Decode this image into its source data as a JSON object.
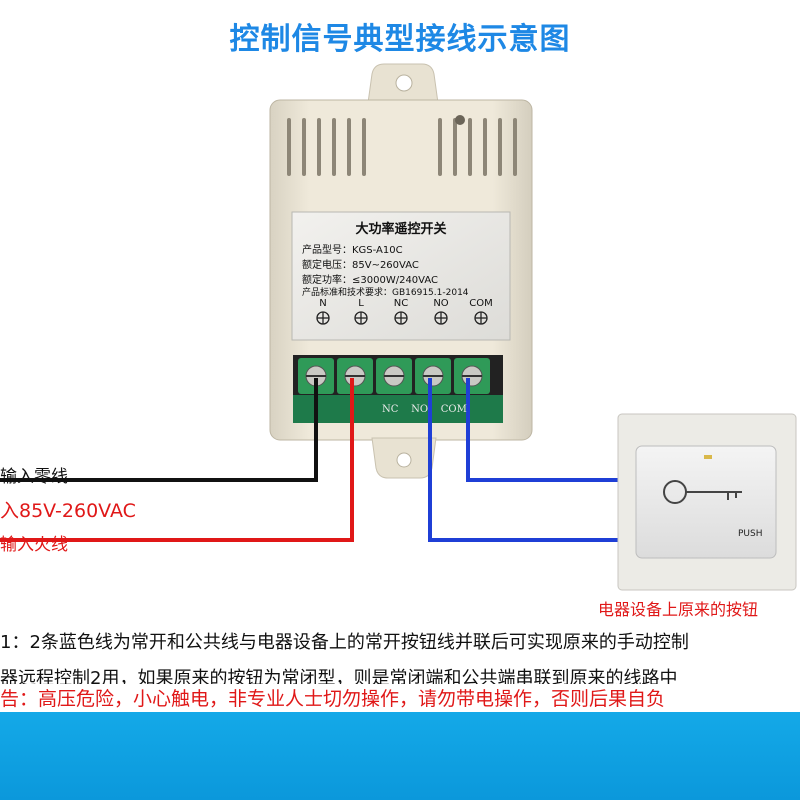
{
  "title": "控制信号典型接线示意图",
  "label_plate": {
    "heading": "大功率遥控开关",
    "model": "产品型号：KGS-A10C",
    "voltage": "额定电压：85V~260VAC",
    "power": "额定功率：≤3000W/240VAC",
    "standard": "产品标准和技术要求：GB16915.1-2014",
    "terminals": [
      "N",
      "L",
      "NC",
      "NO",
      "COM"
    ]
  },
  "terminal_block_text": "NC    NO    COM",
  "wire_labels": {
    "neutral": "输入零线",
    "voltage": "入85V-260VAC",
    "live": "输入火线"
  },
  "push_button": {
    "text": "PUSH",
    "caption": "电器设备上原来的按钮"
  },
  "notes": [
    "1：2条蓝色线为常开和公共线与电器设备上的常开按钮线并联后可实现原来的手动控制",
    "器远程控制2用，如果原来的按钮为常闭型，则是常闭端和公共端串联到原来的线路中",
    "告：高压危险，小心触电，非专业人士切勿操作，请勿带电操作，否则后果自负"
  ],
  "colors": {
    "title": "#1e88e5",
    "wire_black": "#111111",
    "wire_red": "#e01818",
    "wire_blue": "#1f3fd6",
    "warning": "#e01818",
    "band": "#12a3e3"
  },
  "icons": [
    "screw-icon",
    "key-icon"
  ]
}
